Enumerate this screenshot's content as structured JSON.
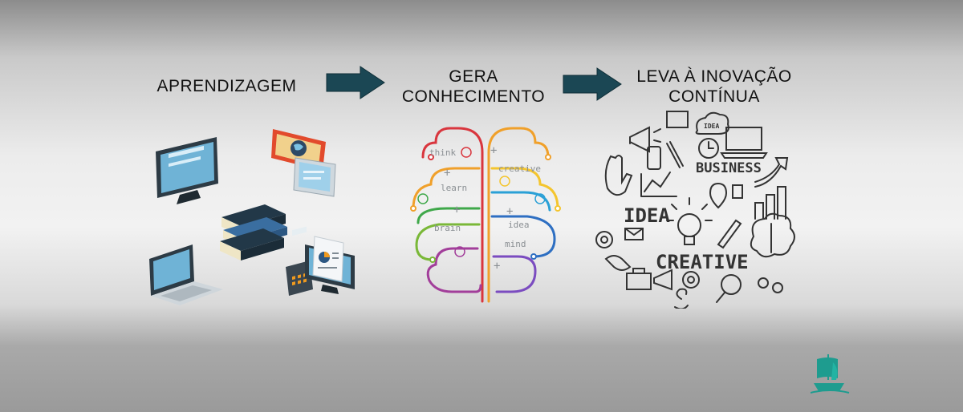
{
  "steps": [
    {
      "line1": "APRENDIZAGEM",
      "line2": ""
    },
    {
      "line1": "GERA",
      "line2": "CONHECIMENTO"
    },
    {
      "line1": "LEVA À INOVAÇÃO",
      "line2": "CONTÍNUA"
    }
  ],
  "brain_words": {
    "think": "think",
    "learn": "learn",
    "brain": "brain",
    "creative": "creative",
    "idea": "idea",
    "mind": "mind"
  },
  "doodle_words": {
    "business": "BUSINESS",
    "idea": "IDEA",
    "creative": "CREATIVE",
    "idea_cloud": "IDEA"
  },
  "colors": {
    "arrow": "#1b4754",
    "logo": "#1e9c8f"
  },
  "icons": {
    "learning": [
      "desktop-monitor-icon",
      "presentation-board-icon",
      "books-stack-icon",
      "laptop-icon",
      "calculator-icon",
      "report-monitor-icon"
    ],
    "brain": [
      "lightbulb-icon"
    ],
    "innovation": [
      "megaphone-icon",
      "pen-icon",
      "phone-icon",
      "laptop-icon",
      "clock-icon",
      "chart-icon",
      "lightbulb-icon",
      "gear-icon",
      "magnifier-icon",
      "brain-icon",
      "dollar-icon",
      "at-icon",
      "hand-icon"
    ]
  }
}
